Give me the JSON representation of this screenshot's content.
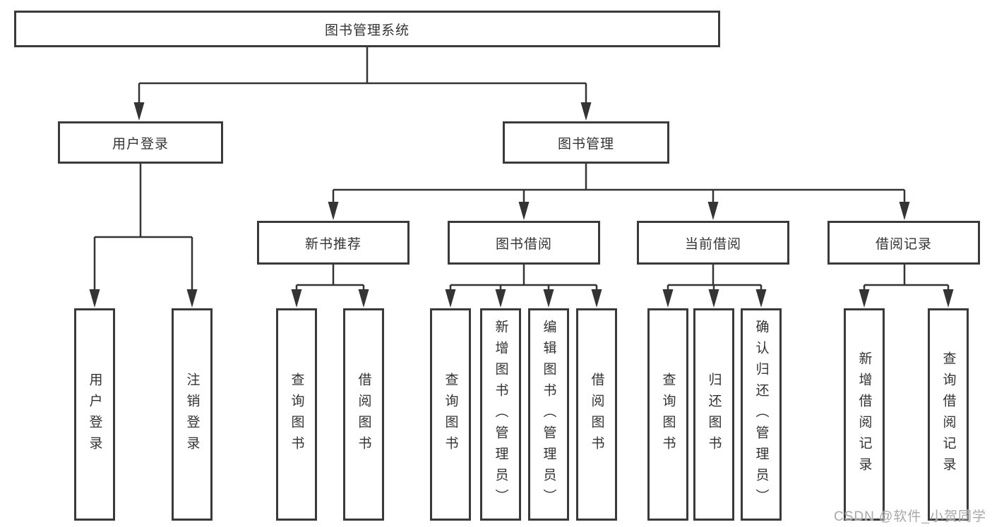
{
  "diagram": {
    "root": {
      "label": "图书管理系统"
    },
    "branches": [
      {
        "label": "用户登录",
        "children": [
          {
            "label": "用户登录"
          },
          {
            "label": "注销登录"
          }
        ]
      },
      {
        "label": "图书管理",
        "children": [
          {
            "label": "新书推荐",
            "children": [
              {
                "label": "查询图书"
              },
              {
                "label": "借阅图书"
              }
            ]
          },
          {
            "label": "图书借阅",
            "children": [
              {
                "label": "查询图书"
              },
              {
                "label": "新增图书（管理员）"
              },
              {
                "label": "编辑图书（管理员）"
              },
              {
                "label": "借阅图书"
              }
            ]
          },
          {
            "label": "当前借阅",
            "children": [
              {
                "label": "查询图书"
              },
              {
                "label": "归还图书"
              },
              {
                "label": "确认归还（管理员）"
              }
            ]
          },
          {
            "label": "借阅记录",
            "children": [
              {
                "label": "新增借阅记录"
              },
              {
                "label": "查询借阅记录"
              }
            ]
          }
        ]
      }
    ]
  },
  "watermark": {
    "text": "CSDN @软件_小贺同学"
  },
  "colors": {
    "border": "#3a3a3a",
    "line": "#343434",
    "text": "#333333",
    "watermark": "#a8a8a8",
    "background": "#ffffff"
  }
}
